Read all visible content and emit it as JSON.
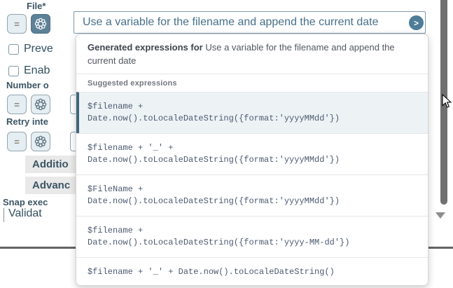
{
  "form": {
    "file_label": "File*",
    "file_value": "Use a variable for the filename and append the current date",
    "equals_button": "=",
    "chevron": ">",
    "prevent_checkbox_label": "Preve",
    "enable_checkbox_label": "Enab",
    "number_of_label": "Number o",
    "retry_interval_label": "Retry inte",
    "additional_section": "Additio",
    "advanced_section": "Advanc",
    "snap_execution_label": "Snap exec",
    "snap_execution_value": "Validat"
  },
  "suggest_panel": {
    "header_bold": "Generated expressions for",
    "header_text": " Use a variable for the filename and append the current date",
    "section_label": "Suggested expressions",
    "selected_index": 0,
    "suggestions": [
      "$filename +\nDate.now().toLocaleDateString({format:'yyyyMMdd'})",
      "$filename + '_' +\nDate.now().toLocaleDateString({format:'yyyyMMdd'})",
      "$FileName +\nDate.now().toLocaleDateString({format:'yyyyMMdd'})",
      "$filename +\nDate.now().toLocaleDateString({format:'yyyy-MM-dd'})",
      "$filename + '_' + Date.now().toLocaleDateString()"
    ]
  },
  "colors": {
    "accent_teal": "#5d8196",
    "input_text": "#47708a",
    "label": "#3b5564",
    "selected_bg": "#edf2f5",
    "selected_border": "#40667c",
    "code_text": "#4c5a6f",
    "scrollbar": "#707070"
  }
}
